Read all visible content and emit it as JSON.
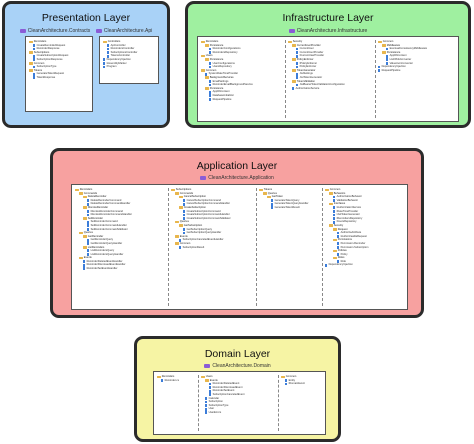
{
  "presentation": {
    "title": "Presentation Layer",
    "projects": [
      "CleanArchitecture.Contracts",
      "CleanArchitecture.Api"
    ],
    "columns": [
      [
        {
          "t": "folder",
          "d": 0,
          "text": "Reminders"
        },
        {
          "t": "file",
          "d": 1,
          "text": "CreateReminderRequest"
        },
        {
          "t": "file",
          "d": 1,
          "text": "ReminderResponse"
        },
        {
          "t": "folder",
          "d": 0,
          "text": "Subscriptions"
        },
        {
          "t": "file",
          "d": 1,
          "text": "CreateSubscriptionRequest"
        },
        {
          "t": "file",
          "d": 1,
          "text": "SubscriptionResponse"
        },
        {
          "t": "folder",
          "d": 0,
          "text": "Common"
        },
        {
          "t": "file",
          "d": 1,
          "text": "SubscriptionType"
        },
        {
          "t": "folder",
          "d": 0,
          "text": "Tokens"
        },
        {
          "t": "file",
          "d": 1,
          "text": "GenerateTokenRequest"
        },
        {
          "t": "file",
          "d": 1,
          "text": "TokenResponse"
        }
      ],
      [
        {
          "t": "folder",
          "d": 0,
          "text": "Controllers"
        },
        {
          "t": "file",
          "d": 1,
          "text": "ApiController"
        },
        {
          "t": "file",
          "d": 1,
          "text": "RemindersController"
        },
        {
          "t": "file",
          "d": 1,
          "text": "SubscriptionsController"
        },
        {
          "t": "file",
          "d": 1,
          "text": "TokensController"
        },
        {
          "t": "file",
          "d": 0,
          "text": "DependencyInjection"
        },
        {
          "t": "file",
          "d": 0,
          "text": "IAssemblyMarker"
        },
        {
          "t": "file",
          "d": 0,
          "text": "Program"
        }
      ]
    ]
  },
  "infrastructure": {
    "title": "Infrastructure Layer",
    "project": "CleanArchitecture.Infrastructure",
    "columns": [
      [
        {
          "t": "folder",
          "d": 0,
          "text": "Reminders"
        },
        {
          "t": "folder",
          "d": 1,
          "text": "Persistence"
        },
        {
          "t": "file",
          "d": 2,
          "text": "ReminderConfigurations"
        },
        {
          "t": "file",
          "d": 2,
          "text": "RemindersRepository"
        },
        {
          "t": "folder",
          "d": 0,
          "text": "Users"
        },
        {
          "t": "folder",
          "d": 1,
          "text": "Persistence"
        },
        {
          "t": "file",
          "d": 2,
          "text": "UserConfigurations"
        },
        {
          "t": "file",
          "d": 2,
          "text": "UsersRepository"
        },
        {
          "t": "folder",
          "d": 0,
          "text": "Common"
        },
        {
          "t": "file",
          "d": 1,
          "text": "SystemDateTimeProvider"
        },
        {
          "t": "folder",
          "d": 1,
          "text": "BackgroundServices"
        },
        {
          "t": "file",
          "d": 2,
          "text": "EmailSettings"
        },
        {
          "t": "file",
          "d": 2,
          "text": "ReminderEmailBackgroundService"
        },
        {
          "t": "folder",
          "d": 1,
          "text": "Persistence"
        },
        {
          "t": "file",
          "d": 2,
          "text": "AppDbContext"
        },
        {
          "t": "file",
          "d": 2,
          "text": "DatabaseInitializer"
        },
        {
          "t": "file",
          "d": 2,
          "text": "RequestPipeline"
        }
      ],
      [
        {
          "t": "folder",
          "d": 0,
          "text": "Security"
        },
        {
          "t": "folder",
          "d": 1,
          "text": "CurrentUserProvider"
        },
        {
          "t": "file",
          "d": 2,
          "text": "CurrentUser"
        },
        {
          "t": "file",
          "d": 2,
          "text": "CurrentUserProvider"
        },
        {
          "t": "file",
          "d": 2,
          "text": "ICurrentUserProvider"
        },
        {
          "t": "folder",
          "d": 1,
          "text": "PolicyEnforcer"
        },
        {
          "t": "file",
          "d": 2,
          "text": "IPolicyEnforcer"
        },
        {
          "t": "file",
          "d": 2,
          "text": "PolicyEnforcer"
        },
        {
          "t": "folder",
          "d": 1,
          "text": "TokenGenerator"
        },
        {
          "t": "file",
          "d": 2,
          "text": "JwtSettings"
        },
        {
          "t": "file",
          "d": 2,
          "text": "JwtTokenGenerator"
        },
        {
          "t": "folder",
          "d": 1,
          "text": "TokenValidation"
        },
        {
          "t": "file",
          "d": 2,
          "text": "JwtBearerTokenValidationConfiguration"
        },
        {
          "t": "file",
          "d": 1,
          "text": "AuthorizationService"
        }
      ],
      [
        {
          "t": "folder",
          "d": 0,
          "text": "Common"
        },
        {
          "t": "folder",
          "d": 1,
          "text": "Middleware"
        },
        {
          "t": "file",
          "d": 2,
          "text": "EventualConsistencyMiddleware"
        },
        {
          "t": "folder",
          "d": 1,
          "text": "Persistence"
        },
        {
          "t": "file",
          "d": 2,
          "text": "AppDbContext"
        },
        {
          "t": "file",
          "d": 2,
          "text": "ListOfIdsConverter"
        },
        {
          "t": "file",
          "d": 2,
          "text": "ValueJsonConverter"
        },
        {
          "t": "file",
          "d": 0,
          "text": "DependencyInjection"
        },
        {
          "t": "file",
          "d": 0,
          "text": "RequestPipeline"
        }
      ]
    ]
  },
  "application": {
    "title": "Application Layer",
    "project": "CleanArchitecture.Application",
    "columns": [
      [
        {
          "t": "folder",
          "d": 0,
          "text": "Reminders"
        },
        {
          "t": "folder",
          "d": 1,
          "text": "Commands"
        },
        {
          "t": "folder",
          "d": 2,
          "text": "DeleteReminder"
        },
        {
          "t": "file",
          "d": 3,
          "text": "DeleteReminderCommand"
        },
        {
          "t": "file",
          "d": 3,
          "text": "DeleteReminderCommandHandler"
        },
        {
          "t": "folder",
          "d": 2,
          "text": "DismissReminder"
        },
        {
          "t": "file",
          "d": 3,
          "text": "DismissReminderCommand"
        },
        {
          "t": "file",
          "d": 3,
          "text": "DismissReminderCommandHandler"
        },
        {
          "t": "folder",
          "d": 2,
          "text": "SetReminder"
        },
        {
          "t": "file",
          "d": 3,
          "text": "SetReminderCommand"
        },
        {
          "t": "file",
          "d": 3,
          "text": "SetReminderCommandHandler"
        },
        {
          "t": "file",
          "d": 3,
          "text": "SetReminderCommandValidator"
        },
        {
          "t": "folder",
          "d": 1,
          "text": "Queries"
        },
        {
          "t": "folder",
          "d": 2,
          "text": "GetReminder"
        },
        {
          "t": "file",
          "d": 3,
          "text": "GetReminderQuery"
        },
        {
          "t": "file",
          "d": 3,
          "text": "GetReminderQueryHandler"
        },
        {
          "t": "folder",
          "d": 2,
          "text": "ListReminders"
        },
        {
          "t": "file",
          "d": 3,
          "text": "ListRemindersQuery"
        },
        {
          "t": "file",
          "d": 3,
          "text": "ListRemindersQueryHandler"
        },
        {
          "t": "folder",
          "d": 1,
          "text": "Events"
        },
        {
          "t": "file",
          "d": 2,
          "text": "ReminderDeletedEventHandler"
        },
        {
          "t": "file",
          "d": 2,
          "text": "ReminderDismissedEventHandler"
        },
        {
          "t": "file",
          "d": 2,
          "text": "ReminderSetEventHandler"
        }
      ],
      [
        {
          "t": "folder",
          "d": 0,
          "text": "Subscriptions"
        },
        {
          "t": "folder",
          "d": 1,
          "text": "Commands"
        },
        {
          "t": "folder",
          "d": 2,
          "text": "CancelSubscription"
        },
        {
          "t": "file",
          "d": 3,
          "text": "CancelSubscriptionCommand"
        },
        {
          "t": "file",
          "d": 3,
          "text": "CancelSubscriptionCommandHandler"
        },
        {
          "t": "folder",
          "d": 2,
          "text": "CreateSubscription"
        },
        {
          "t": "file",
          "d": 3,
          "text": "CreateSubscriptionCommand"
        },
        {
          "t": "file",
          "d": 3,
          "text": "CreateSubscriptionCommandHandler"
        },
        {
          "t": "file",
          "d": 3,
          "text": "CreateSubscriptionCommandValidator"
        },
        {
          "t": "folder",
          "d": 1,
          "text": "Queries"
        },
        {
          "t": "folder",
          "d": 2,
          "text": "GetSubscription"
        },
        {
          "t": "file",
          "d": 3,
          "text": "GetSubscriptionQuery"
        },
        {
          "t": "file",
          "d": 3,
          "text": "GetSubscriptionQueryHandler"
        },
        {
          "t": "folder",
          "d": 1,
          "text": "Events"
        },
        {
          "t": "file",
          "d": 2,
          "text": "SubscriptionCanceledEventHandler"
        },
        {
          "t": "folder",
          "d": 1,
          "text": "Common"
        },
        {
          "t": "file",
          "d": 2,
          "text": "SubscriptionResult"
        }
      ],
      [
        {
          "t": "folder",
          "d": 0,
          "text": "Tokens"
        },
        {
          "t": "folder",
          "d": 1,
          "text": "Queries"
        },
        {
          "t": "folder",
          "d": 2,
          "text": "GetToken"
        },
        {
          "t": "file",
          "d": 3,
          "text": "GenerateTokenQuery"
        },
        {
          "t": "file",
          "d": 3,
          "text": "GenerateTokenQueryHandler"
        },
        {
          "t": "file",
          "d": 3,
          "text": "GenerateTokenResult"
        }
      ],
      [
        {
          "t": "folder",
          "d": 0,
          "text": "Common"
        },
        {
          "t": "folder",
          "d": 1,
          "text": "Behaviors"
        },
        {
          "t": "file",
          "d": 2,
          "text": "AuthorizationBehavior"
        },
        {
          "t": "file",
          "d": 2,
          "text": "ValidationBehavior"
        },
        {
          "t": "folder",
          "d": 1,
          "text": "Interfaces"
        },
        {
          "t": "file",
          "d": 2,
          "text": "IAuthorizationService"
        },
        {
          "t": "file",
          "d": 2,
          "text": "IDateTimeProvider"
        },
        {
          "t": "file",
          "d": 2,
          "text": "IJwtTokenGenerator"
        },
        {
          "t": "file",
          "d": 2,
          "text": "IRemindersRepository"
        },
        {
          "t": "file",
          "d": 2,
          "text": "IUsersRepository"
        },
        {
          "t": "folder",
          "d": 1,
          "text": "Security"
        },
        {
          "t": "folder",
          "d": 2,
          "text": "Request"
        },
        {
          "t": "file",
          "d": 3,
          "text": "AuthorizeAttribute"
        },
        {
          "t": "file",
          "d": 3,
          "text": "IAuthorizeableRequest"
        },
        {
          "t": "folder",
          "d": 2,
          "text": "Permissions"
        },
        {
          "t": "file",
          "d": 3,
          "text": "Permission.Reminder"
        },
        {
          "t": "file",
          "d": 3,
          "text": "Permission.Subscription"
        },
        {
          "t": "folder",
          "d": 2,
          "text": "Policies"
        },
        {
          "t": "file",
          "d": 3,
          "text": "Policy"
        },
        {
          "t": "folder",
          "d": 2,
          "text": "Roles"
        },
        {
          "t": "file",
          "d": 3,
          "text": "Role"
        },
        {
          "t": "file",
          "d": 0,
          "text": "DependencyInjection"
        }
      ]
    ]
  },
  "domain": {
    "title": "Domain Layer",
    "project": "CleanArchitecture.Domain",
    "columns": [
      [
        {
          "t": "folder",
          "d": 0,
          "text": "Reminders"
        },
        {
          "t": "file",
          "d": 1,
          "text": "Reminder.cs"
        }
      ],
      [
        {
          "t": "folder",
          "d": 0,
          "text": "Users"
        },
        {
          "t": "folder",
          "d": 1,
          "text": "Events"
        },
        {
          "t": "file",
          "d": 2,
          "text": "ReminderDeletedEvent"
        },
        {
          "t": "file",
          "d": 2,
          "text": "ReminderDismissedEvent"
        },
        {
          "t": "file",
          "d": 2,
          "text": "ReminderSetEvent"
        },
        {
          "t": "file",
          "d": 2,
          "text": "SubscriptionCanceledEvent"
        },
        {
          "t": "file",
          "d": 1,
          "text": "Calendar"
        },
        {
          "t": "file",
          "d": 1,
          "text": "Subscription"
        },
        {
          "t": "file",
          "d": 1,
          "text": "SubscriptionType"
        },
        {
          "t": "file",
          "d": 1,
          "text": "User"
        },
        {
          "t": "file",
          "d": 1,
          "text": "UserErrors"
        }
      ],
      [
        {
          "t": "folder",
          "d": 0,
          "text": "Common"
        },
        {
          "t": "file",
          "d": 1,
          "text": "Entity"
        },
        {
          "t": "file",
          "d": 1,
          "text": "IDomainEvent"
        }
      ]
    ]
  },
  "colors": {
    "presentation_bg": "#a9d2f7",
    "infrastructure_bg": "#9ff0a0",
    "application_bg": "#f7a1a0",
    "domain_bg": "#f6f4a4"
  }
}
